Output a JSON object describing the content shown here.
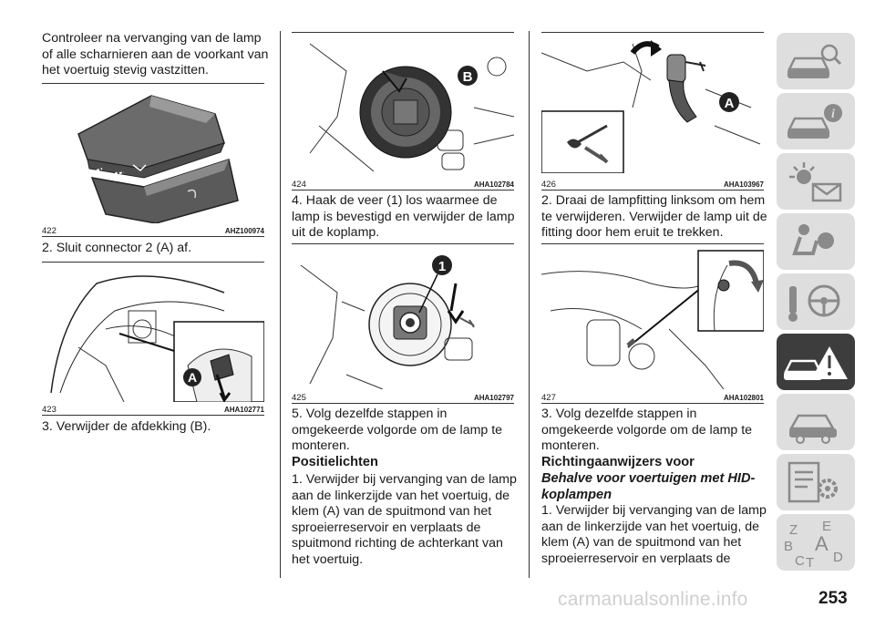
{
  "col1": {
    "intro": "Controleer na vervanging van de lamp of alle scharnieren aan de voorkant van het voertuig stevig vastzitten.",
    "fig422": {
      "num": "422",
      "code": "AHZ100974"
    },
    "step2": "2. Sluit connector 2 (A) af.",
    "fig423": {
      "num": "423",
      "code": "AHA102771",
      "label_a": "A"
    },
    "step3": "3. Verwijder de afdekking (B)."
  },
  "col2": {
    "fig424": {
      "num": "424",
      "code": "AHA102784",
      "label_b": "B"
    },
    "step4": "4. Haak de veer (1) los waarmee de lamp is bevestigd en verwijder de lamp uit de koplamp.",
    "fig425": {
      "num": "425",
      "code": "AHA102797",
      "label_1": "1"
    },
    "step5": "5. Volg dezelfde stappen in omgekeerde volgorde om de lamp te monteren.",
    "heading": "Positielichten",
    "step1": "1. Verwijder bij vervanging van de lamp aan de linkerzijde van het voertuig, de klem (A) van de spuitmond van het sproeierreservoir en verplaats de spuitmond richting de achterkant van het voertuig."
  },
  "col3": {
    "fig426": {
      "num": "426",
      "code": "AHA103967",
      "label_a": "A"
    },
    "step2": "2. Draai de lampfitting linksom om hem te verwijderen. Verwijder de lamp uit de fitting door hem eruit te trekken.",
    "fig427": {
      "num": "427",
      "code": "AHA102801"
    },
    "step3": "3. Volg dezelfde stappen in omgekeerde volgorde om de lamp te monteren.",
    "heading": "Richtingaanwijzers voor",
    "subheading": "Behalve voor voertuigen met HID-koplampen",
    "step1": "1. Verwijder bij vervanging van de lamp aan de linkerzijde van het voertuig, de klem (A) van de spuitmond van het sproeierreservoir en verplaats de"
  },
  "sidebar": {
    "tabs": [
      "car-info-icon",
      "car-i-icon",
      "dashboard-lights-icon",
      "airbag-icon",
      "key-steering-icon",
      "warning-car-icon",
      "car-side-icon",
      "settings-doc-icon",
      "alphabet-index-icon"
    ],
    "active_index": 5,
    "index_letters": [
      "Z",
      "E",
      "B",
      "A",
      "C",
      "T",
      "D"
    ]
  },
  "page_number": "253",
  "watermark": "carmanualsonline.info"
}
